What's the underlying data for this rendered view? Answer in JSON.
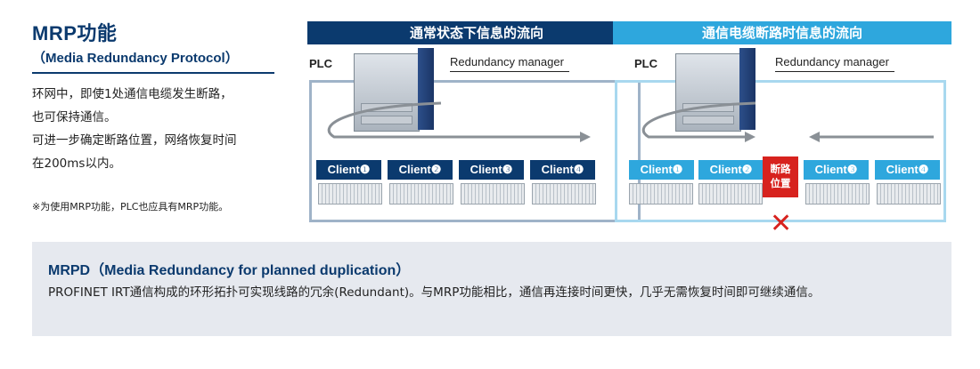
{
  "left": {
    "title": "MRP功能",
    "subtitle": "（Media Redundancy Protocol）",
    "description_lines": [
      "环网中，即使1处通信电缆发生断路，",
      "也可保持通信。",
      "可进一步确定断路位置，网络恢复时间",
      "在200ms以内。"
    ],
    "note": "※为使用MRP功能，PLC也应具有MRP功能。"
  },
  "panel_normal": {
    "title": "通常状态下信息的流向",
    "plc_label": "PLC",
    "manager_label": "Redundancy manager",
    "clients": [
      "Client❶",
      "Client❷",
      "Client❸",
      "Client❹"
    ]
  },
  "panel_broken": {
    "title": "通信电缆断路时信息的流向",
    "plc_label": "PLC",
    "manager_label": "Redundancy manager",
    "clients": [
      "Client❶",
      "Client❷",
      "Client❸",
      "Client❹"
    ],
    "break_label": "断路位置"
  },
  "bottom": {
    "title": "MRPD（Media Redundancy for planned duplication）",
    "text": "PROFINET IRT通信构成的环形拓扑可实现线路的冗余(Redundant)。与MRP功能相比，通信再连接时间更快，几乎无需恢复时间即可继续通信。"
  },
  "colors": {
    "navy": "#0b3a6e",
    "cyan": "#2ea7dd",
    "red": "#d7221e",
    "bg_gray": "#e6e9ef"
  }
}
